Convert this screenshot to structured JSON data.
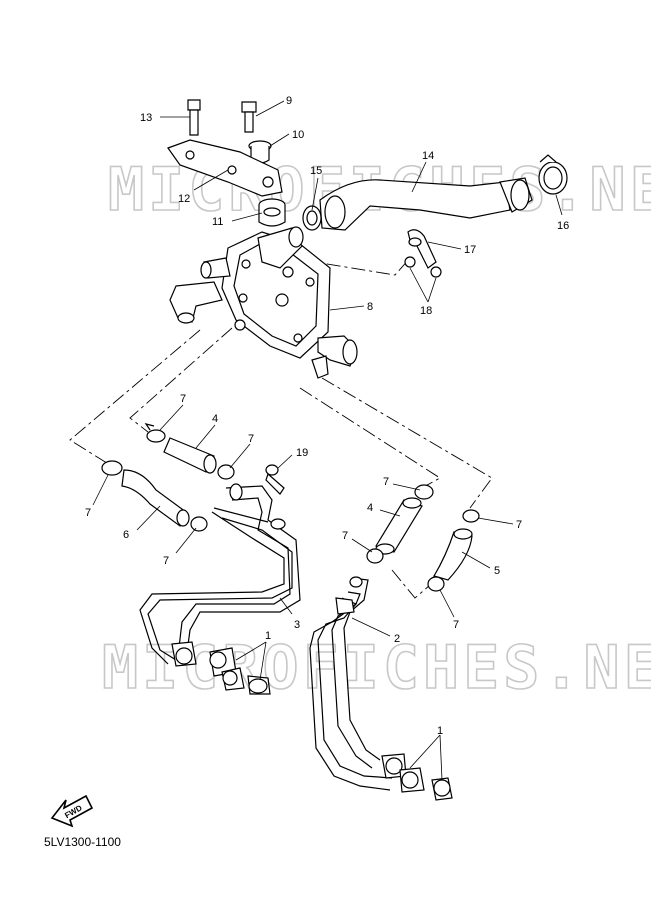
{
  "watermark": "MICROFICHES.NET",
  "diagram_code": "5LV1300-1100",
  "fwd_badge": "FWD",
  "callouts": {
    "c1a": "1",
    "c1b": "1",
    "c2": "2",
    "c3": "3",
    "c4a": "4",
    "c4b": "4",
    "c5": "5",
    "c6": "6",
    "c7a": "7",
    "c7b": "7",
    "c7c": "7",
    "c7d": "7",
    "c7e": "7",
    "c7f": "7",
    "c7g": "7",
    "c7h": "7",
    "c8": "8",
    "c9": "9",
    "c10": "10",
    "c11": "11",
    "c12": "12",
    "c13": "13",
    "c14": "14",
    "c15": "15",
    "c16": "16",
    "c17": "17",
    "c18": "18",
    "c19": "19"
  },
  "colors": {
    "line": "#000000",
    "watermark": "#c8c8c8",
    "background": "#ffffff"
  }
}
